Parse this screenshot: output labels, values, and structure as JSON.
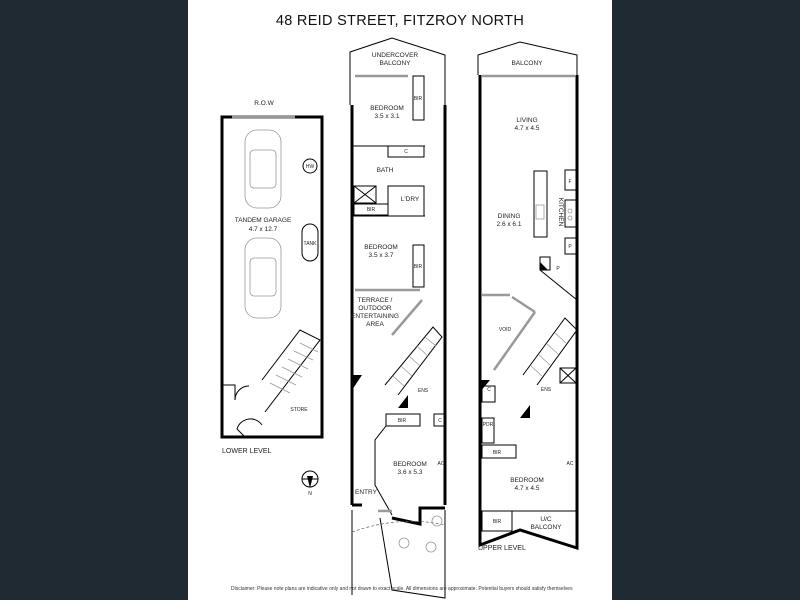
{
  "title": "48 REID STREET, FITZROY NORTH",
  "colors": {
    "background": "#1f2a33",
    "sheet": "#ffffff",
    "walls": "#000000"
  },
  "lower_level": {
    "label": "LOWER LEVEL",
    "row_label": "R.O.W",
    "garage": {
      "name": "TANDEM GARAGE",
      "size": "4.7 x 12.7"
    },
    "hw": "HW",
    "tank": "TANK",
    "store": "STORE",
    "north": "N"
  },
  "middle_level": {
    "balcony": [
      "UNDERCOVER",
      "BALCONY"
    ],
    "bedroom1": {
      "name": "BEDROOM",
      "size": "3.5 x 3.1"
    },
    "bir1": "BIR",
    "cupboard1": "C",
    "bath": "BATH",
    "laundry": "L'DRY",
    "bir2": "BIR",
    "bedroom2": {
      "name": "BEDROOM",
      "size": "3.5 x 3.7"
    },
    "bir3": "BIR",
    "terrace": [
      "TERRACE /",
      "OUTDOOR",
      "ENTERTAINING",
      "AREA"
    ],
    "ens": "ENS",
    "bir4": "BIR",
    "cupboard2": "C",
    "bedroom3": {
      "name": "BEDROOM",
      "size": "3.6 x 5.3"
    },
    "ac": "AC",
    "entry": "ENTRY"
  },
  "upper_level": {
    "label": "UPPER LEVEL",
    "balcony": "BALCONY",
    "living": {
      "name": "LIVING",
      "size": "4.7 x 4.5"
    },
    "dining": {
      "name": "DINING",
      "size": "2.6 x 6.1"
    },
    "kitchen": "KITCHEN",
    "fridge": "F",
    "pantry1": "P",
    "pantry2": "P",
    "void": "VOID",
    "cupboard": "C",
    "ens": "ENS",
    "pdr": "PDR",
    "bir1": "BIR",
    "bedroom": {
      "name": "BEDROOM",
      "size": "4.7 x 4.5"
    },
    "ac": "AC",
    "bir2": "BIR",
    "uc_balcony": [
      "U/C",
      "BALCONY"
    ]
  },
  "disclaimer": "Disclaimer: Please note plans are indicative only and not drawn to exact scale. All dimensions are approximate. Potential buyers should satisfy themselves"
}
